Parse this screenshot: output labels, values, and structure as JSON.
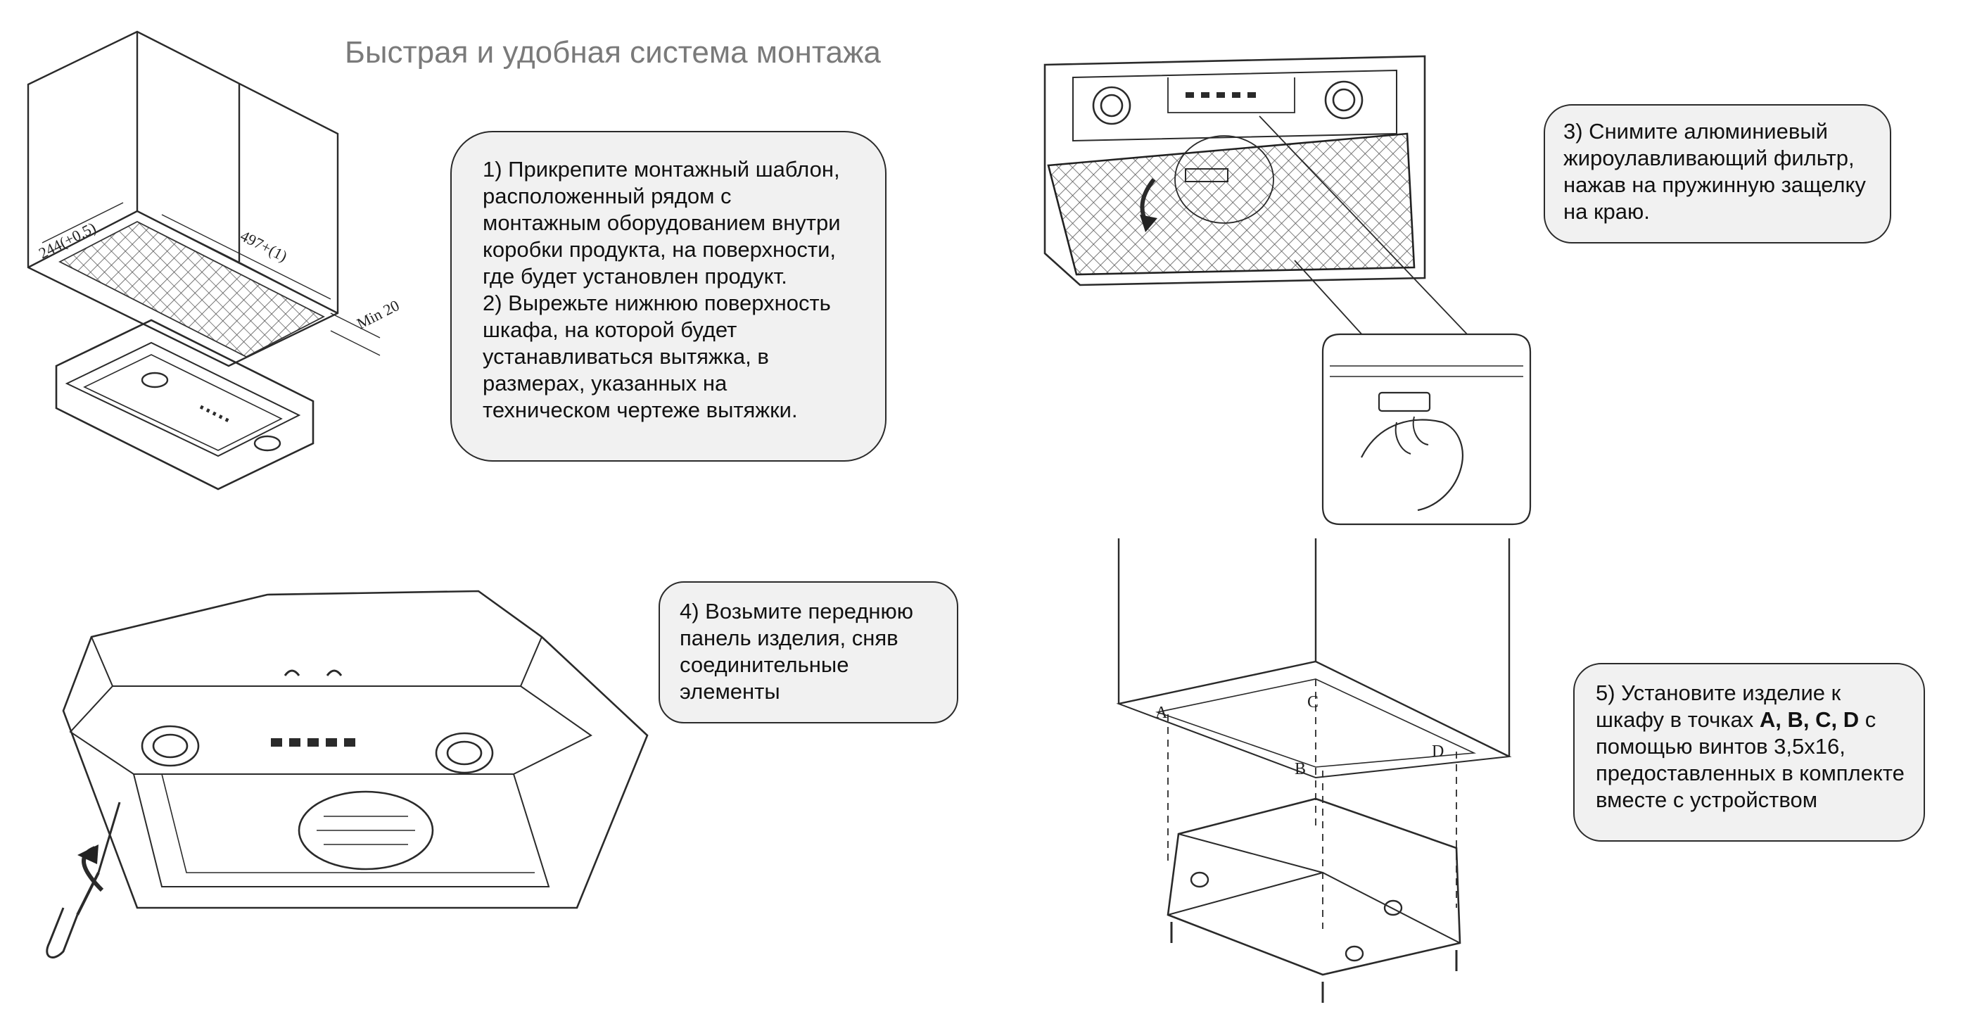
{
  "title": "Быстрая и удобная система монтажа",
  "step1": {
    "lines": [
      "1) Прикрепите монтажный шаблон,",
      "расположенный рядом с",
      "монтажным оборудованием внутри",
      "коробки продукта, на поверхности,",
      "где будет установлен продукт.",
      "2)  Вырежьте нижнюю поверхность",
      "шкафа, на которой будет",
      "устанавливаться вытяжка, в",
      "размерах, указанных на",
      "техническом чертеже вытяжки."
    ]
  },
  "step3": {
    "lines": [
      "3) Снимите алюминиевый",
      "жироулавливающий фильтр,",
      "нажав на пружинную защелку",
      "на краю."
    ]
  },
  "step4": {
    "lines": [
      "4) Возьмите переднюю",
      "панель изделия, сняв",
      "соединительные",
      "элементы"
    ]
  },
  "step5": {
    "line1": "5) Установите изделие к",
    "line2_pre": "шкафу в точках ",
    "line2_bold": "A, B, C, D",
    "line2_post": "  с",
    "line3": "помощью винтов 3,5x16,",
    "line4": "предоставленных в комплекте",
    "line5": "вместе с устройством"
  },
  "dimensions": {
    "depth": "244(+0.5)",
    "width": "497+(1)",
    "min": "Min 20"
  },
  "points": {
    "a": "A",
    "b": "B",
    "c": "C",
    "d": "D"
  }
}
